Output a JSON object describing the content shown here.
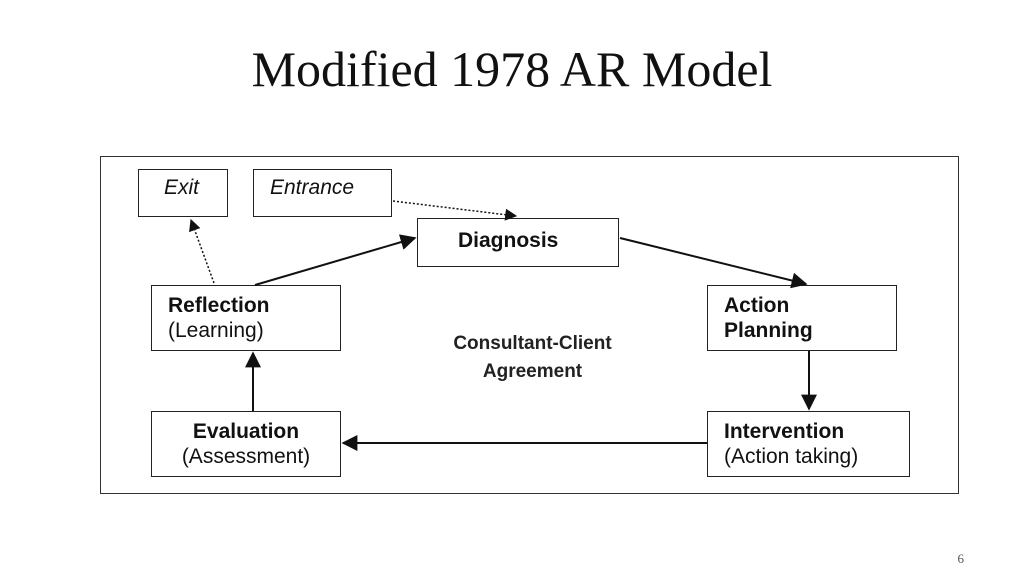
{
  "slide": {
    "title": "Modified 1978 AR Model",
    "page_number": "6"
  },
  "diagram": {
    "exit": "Exit",
    "entrance": "Entrance",
    "diagnosis": "Diagnosis",
    "reflection": {
      "title": "Reflection",
      "subtitle": "(Learning)"
    },
    "action_planning": {
      "line1": "Action",
      "line2": "Planning"
    },
    "evaluation": {
      "title": "Evaluation",
      "subtitle": "(Assessment)"
    },
    "intervention": {
      "title": "Intervention",
      "subtitle": "(Action taking)"
    },
    "center_label": {
      "line1": "Consultant-Client",
      "line2": "Agreement"
    }
  }
}
